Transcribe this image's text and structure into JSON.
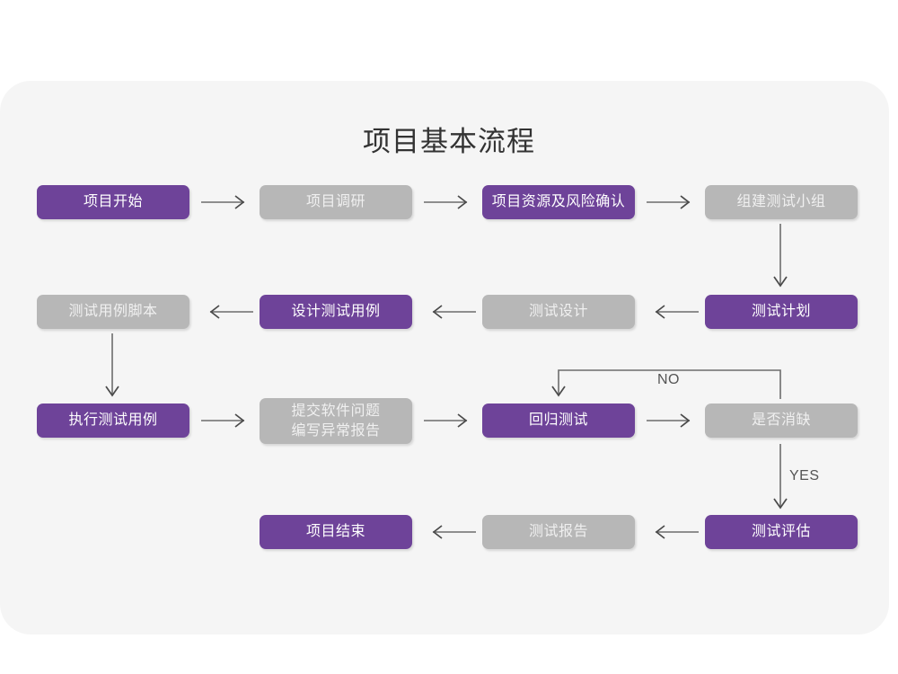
{
  "page": {
    "title": "项目基本流程",
    "panel_color": "#f5f5f5",
    "background_color": "#ffffff"
  },
  "palette": {
    "purple": "#6e4399",
    "gray": "#b7b7b7",
    "line": "#6d6d6d",
    "title_color": "#333333"
  },
  "nodes": [
    {
      "id": "n1",
      "label": "项目开始",
      "color": "purple"
    },
    {
      "id": "n2",
      "label": "项目调研",
      "color": "gray"
    },
    {
      "id": "n3",
      "label": "项目资源及风险确认",
      "color": "purple"
    },
    {
      "id": "n4",
      "label": "组建测试小组",
      "color": "gray"
    },
    {
      "id": "n5",
      "label": "测试用例脚本",
      "color": "gray"
    },
    {
      "id": "n6",
      "label": "设计测试用例",
      "color": "purple"
    },
    {
      "id": "n7",
      "label": "测试设计",
      "color": "gray"
    },
    {
      "id": "n8",
      "label": "测试计划",
      "color": "purple"
    },
    {
      "id": "n9",
      "label": "执行测试用例",
      "color": "purple"
    },
    {
      "id": "n10",
      "label": "提交软件问题\n编写异常报告",
      "color": "gray"
    },
    {
      "id": "n11",
      "label": "回归测试",
      "color": "purple"
    },
    {
      "id": "n12",
      "label": "是否消缺",
      "color": "gray"
    },
    {
      "id": "n13",
      "label": "项目结束",
      "color": "purple"
    },
    {
      "id": "n14",
      "label": "测试报告",
      "color": "gray"
    },
    {
      "id": "n15",
      "label": "测试评估",
      "color": "purple"
    }
  ],
  "edge_labels": {
    "no": "NO",
    "yes": "YES"
  }
}
